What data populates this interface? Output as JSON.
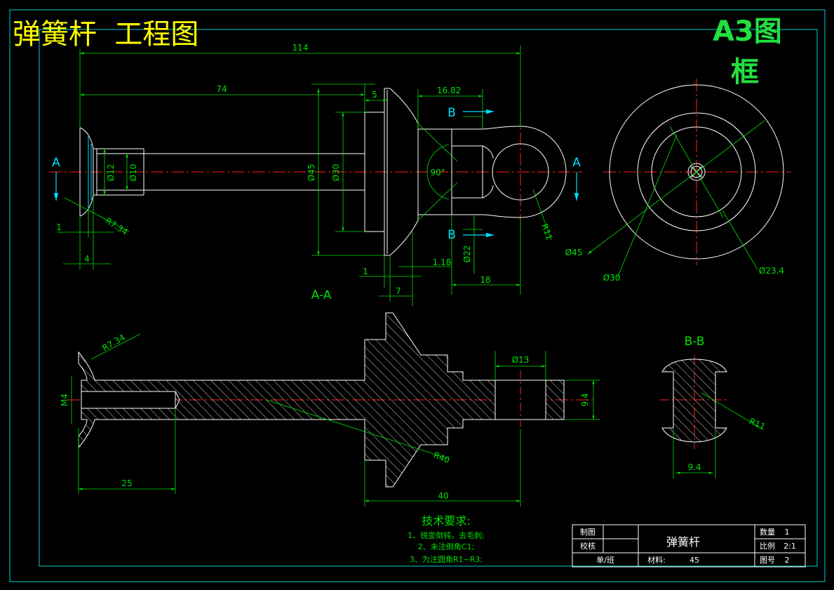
{
  "title": "弹簧杆  工程图",
  "frame_label_line1": "A3图",
  "frame_label_line2": "框",
  "section_labels": {
    "a_left": "A",
    "a_right": "A",
    "b_top": "B",
    "b_bottom": "B",
    "section_aa": "A-A",
    "section_bb": "B-B"
  },
  "dimensions": {
    "d114": "114",
    "d74": "74",
    "d5": "5",
    "d16_82": "16.82",
    "d12": "Ø12",
    "d10": "Ø10",
    "d45": "Ø45",
    "d30": "Ø30",
    "angle90": "90°",
    "d1a": "1",
    "d4": "4",
    "r7_34": "R7.34",
    "d1b": "1",
    "d7": "7",
    "d1_18": "1.18",
    "d22": "Ø22",
    "d18": "18",
    "r11": "R11",
    "c45": "Ø45",
    "c30": "Ø30",
    "c23_4": "Ø23.4",
    "s_r7_34": "R7.34",
    "s_m4": "M4",
    "s_d13": "Ø13",
    "s_9_4": "9.4",
    "s_r40": "R40",
    "s_25": "25",
    "s_40": "40",
    "bb_r11": "R11",
    "bb_9_4": "9.4"
  },
  "tech_requirements": {
    "heading": "技术要求:",
    "lines": [
      "1、锐变倒钝，去毛刺;",
      "2、未注倒角C1;",
      "3、为注圆角R1~R3;"
    ]
  },
  "title_block": {
    "drawn_label": "制图",
    "check_label": "校核",
    "unit_label": "单/班",
    "part_name": "弹簧杆",
    "material_label": "材料:",
    "material_value": "45",
    "quantity_label": "数量",
    "quantity_value": "1",
    "scale_label": "比例",
    "scale_value": "2:1",
    "drawing_no_label": "图号",
    "drawing_no_value": "2"
  },
  "colors": {
    "background": "#000000",
    "frame": "#00d0d0",
    "outline": "#ffffff",
    "dimension": "#00e000",
    "centerline": "#ff2020",
    "label": "#00e0ff",
    "title": "#ffff00",
    "frame_label": "#20e040"
  }
}
